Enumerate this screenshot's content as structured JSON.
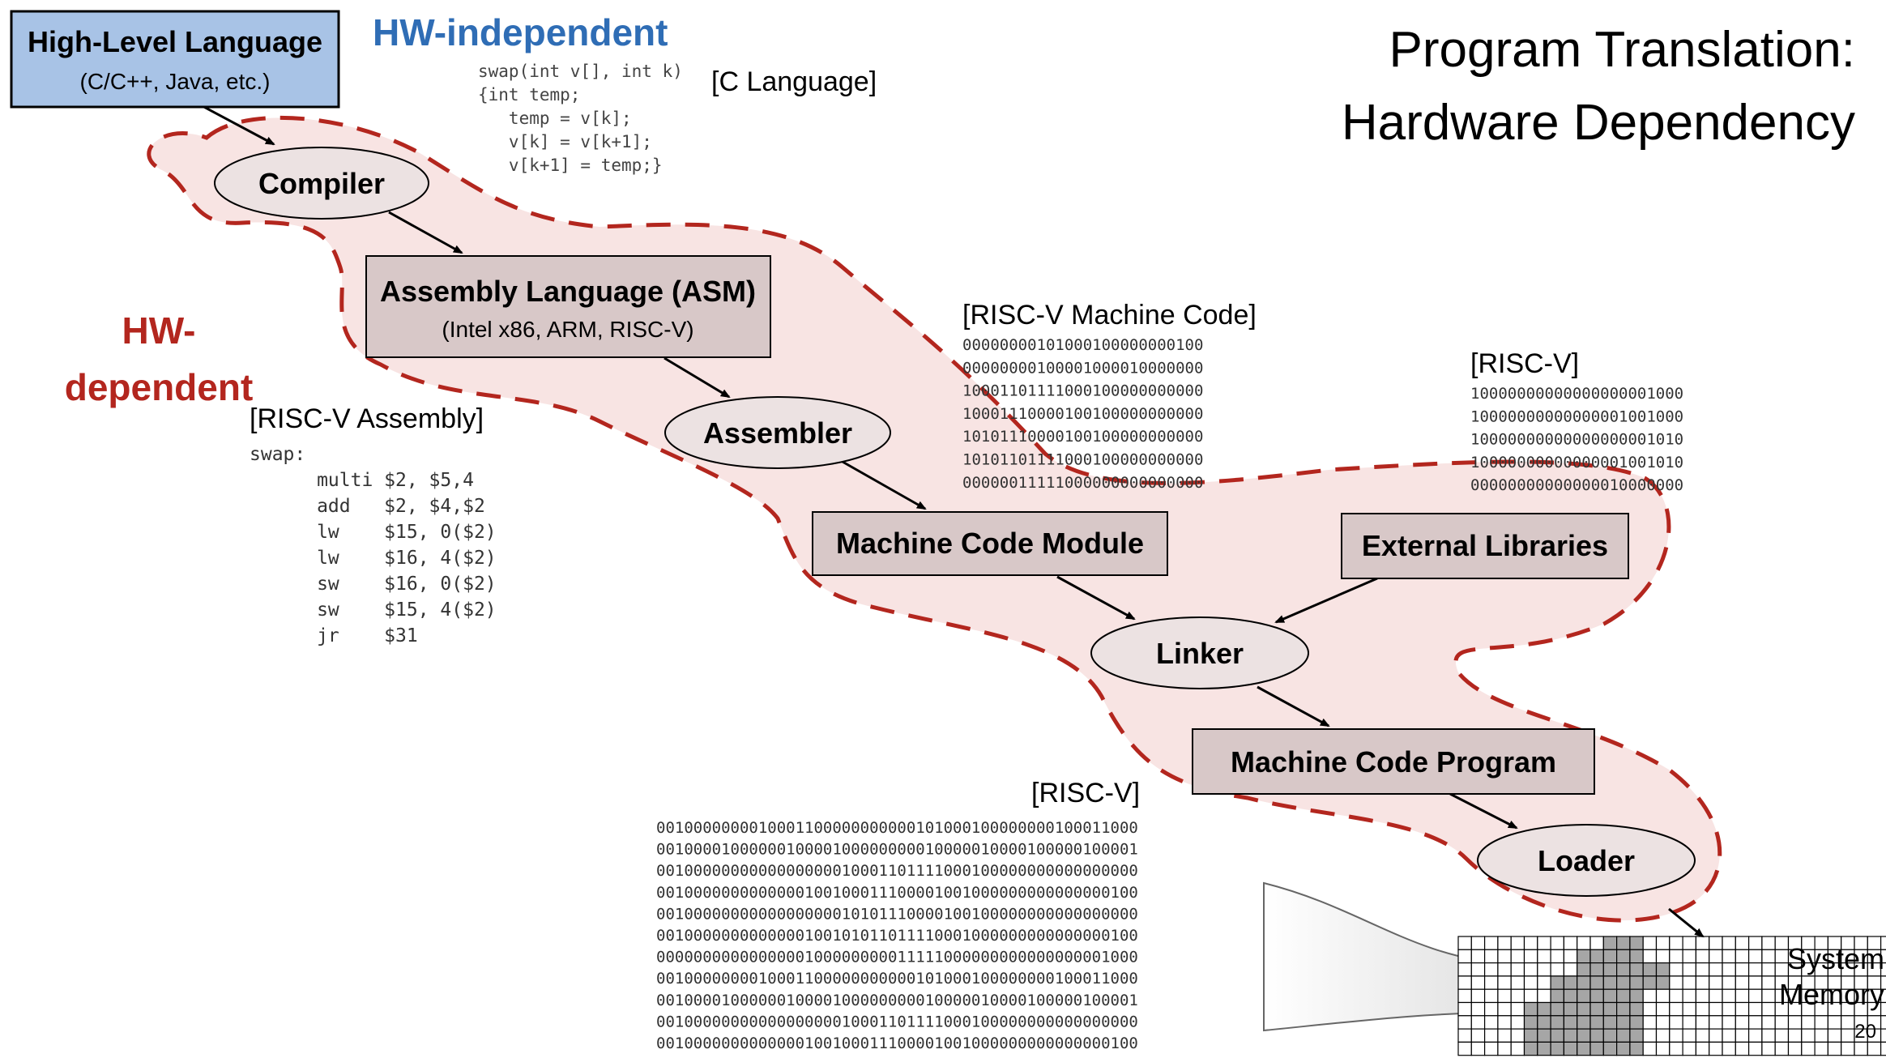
{
  "slide": {
    "title_line1": "Program Translation:",
    "title_line2": "Hardware Dependency",
    "page_number": "20"
  },
  "labels": {
    "hw_independent": "HW-independent",
    "hw_dependent_line1": "HW-",
    "hw_dependent_line2": "dependent",
    "c_language": "[C Language]",
    "riscv_machine_code": "[RISC-V Machine Code]",
    "riscv_assembly": "[RISC-V Assembly]",
    "riscv_libs": "[RISC-V]",
    "riscv_program": "[RISC-V]",
    "system_memory_line1": "System",
    "system_memory_line2": "Memory"
  },
  "nodes": {
    "high_level_language": {
      "title": "High-Level Language",
      "subtitle": "(C/C++, Java, etc.)"
    },
    "compiler": "Compiler",
    "assembly_language": {
      "title": "Assembly Language (ASM)",
      "subtitle": "(Intel x86, ARM, RISC-V)"
    },
    "assembler": "Assembler",
    "machine_code_module": "Machine Code Module",
    "external_libraries": "External Libraries",
    "linker": "Linker",
    "machine_code_program": "Machine Code Program",
    "loader": "Loader"
  },
  "code": {
    "c_source": [
      "swap(int v[], int k)",
      "{int temp;",
      "   temp = v[k];",
      "   v[k] = v[k+1];",
      "   v[k+1] = temp;}"
    ],
    "riscv_assembly": [
      "swap:",
      "      multi $2, $5,4",
      "      add   $2, $4,$2",
      "      lw    $15, 0($2)",
      "      lw    $16, 4($2)",
      "      sw    $16, 0($2)",
      "      sw    $15, 4($2)",
      "      jr    $31"
    ],
    "machine_code_module": [
      "00000000101000100000000100",
      "00000000100001000010000000",
      "10001101111000100000000000",
      "10001110000100100000000000",
      "10101110000100100000000000",
      "10101101111000100000000000",
      "00000011111000000000000000"
    ],
    "external_libs": [
      "10000000000000000001000",
      "10000000000000001001000",
      "10000000000000000001010",
      "10000000000000001001010",
      "00000000000000010000000"
    ],
    "machine_code_program": [
      "0010000000010001100000000000101000100000000100011000",
      "0010000100000010000100000000010000010000100000100001",
      "0010000000000000000010001101111000100000000000000000",
      "0010000000000000100100011100001001000000000000000100",
      "0010000000000000000010101110000100100000000000000000",
      "0010000000000000100101011011110001000000000000000100",
      "0000000000000000100000000011111000000000000000001000",
      "0010000000010001100000000000101000100000000100011000",
      "0010000100000010000100000000010000010000100000100001",
      "0010000000000000000010001101111000100000000000000000",
      "0010000000000000100100011100001001000000000000000100"
    ]
  },
  "colors": {
    "hw_independent": "#2f6db5",
    "hw_dependent": "#b3261e",
    "region_fill": "#f8e4e3",
    "region_stroke": "#b3261e",
    "top_box_fill": "#a8c3e6",
    "box_fill": "#d8c8c8",
    "ellipse_fill": "#ece2e2",
    "memory_fill": "#a6a6a6"
  }
}
